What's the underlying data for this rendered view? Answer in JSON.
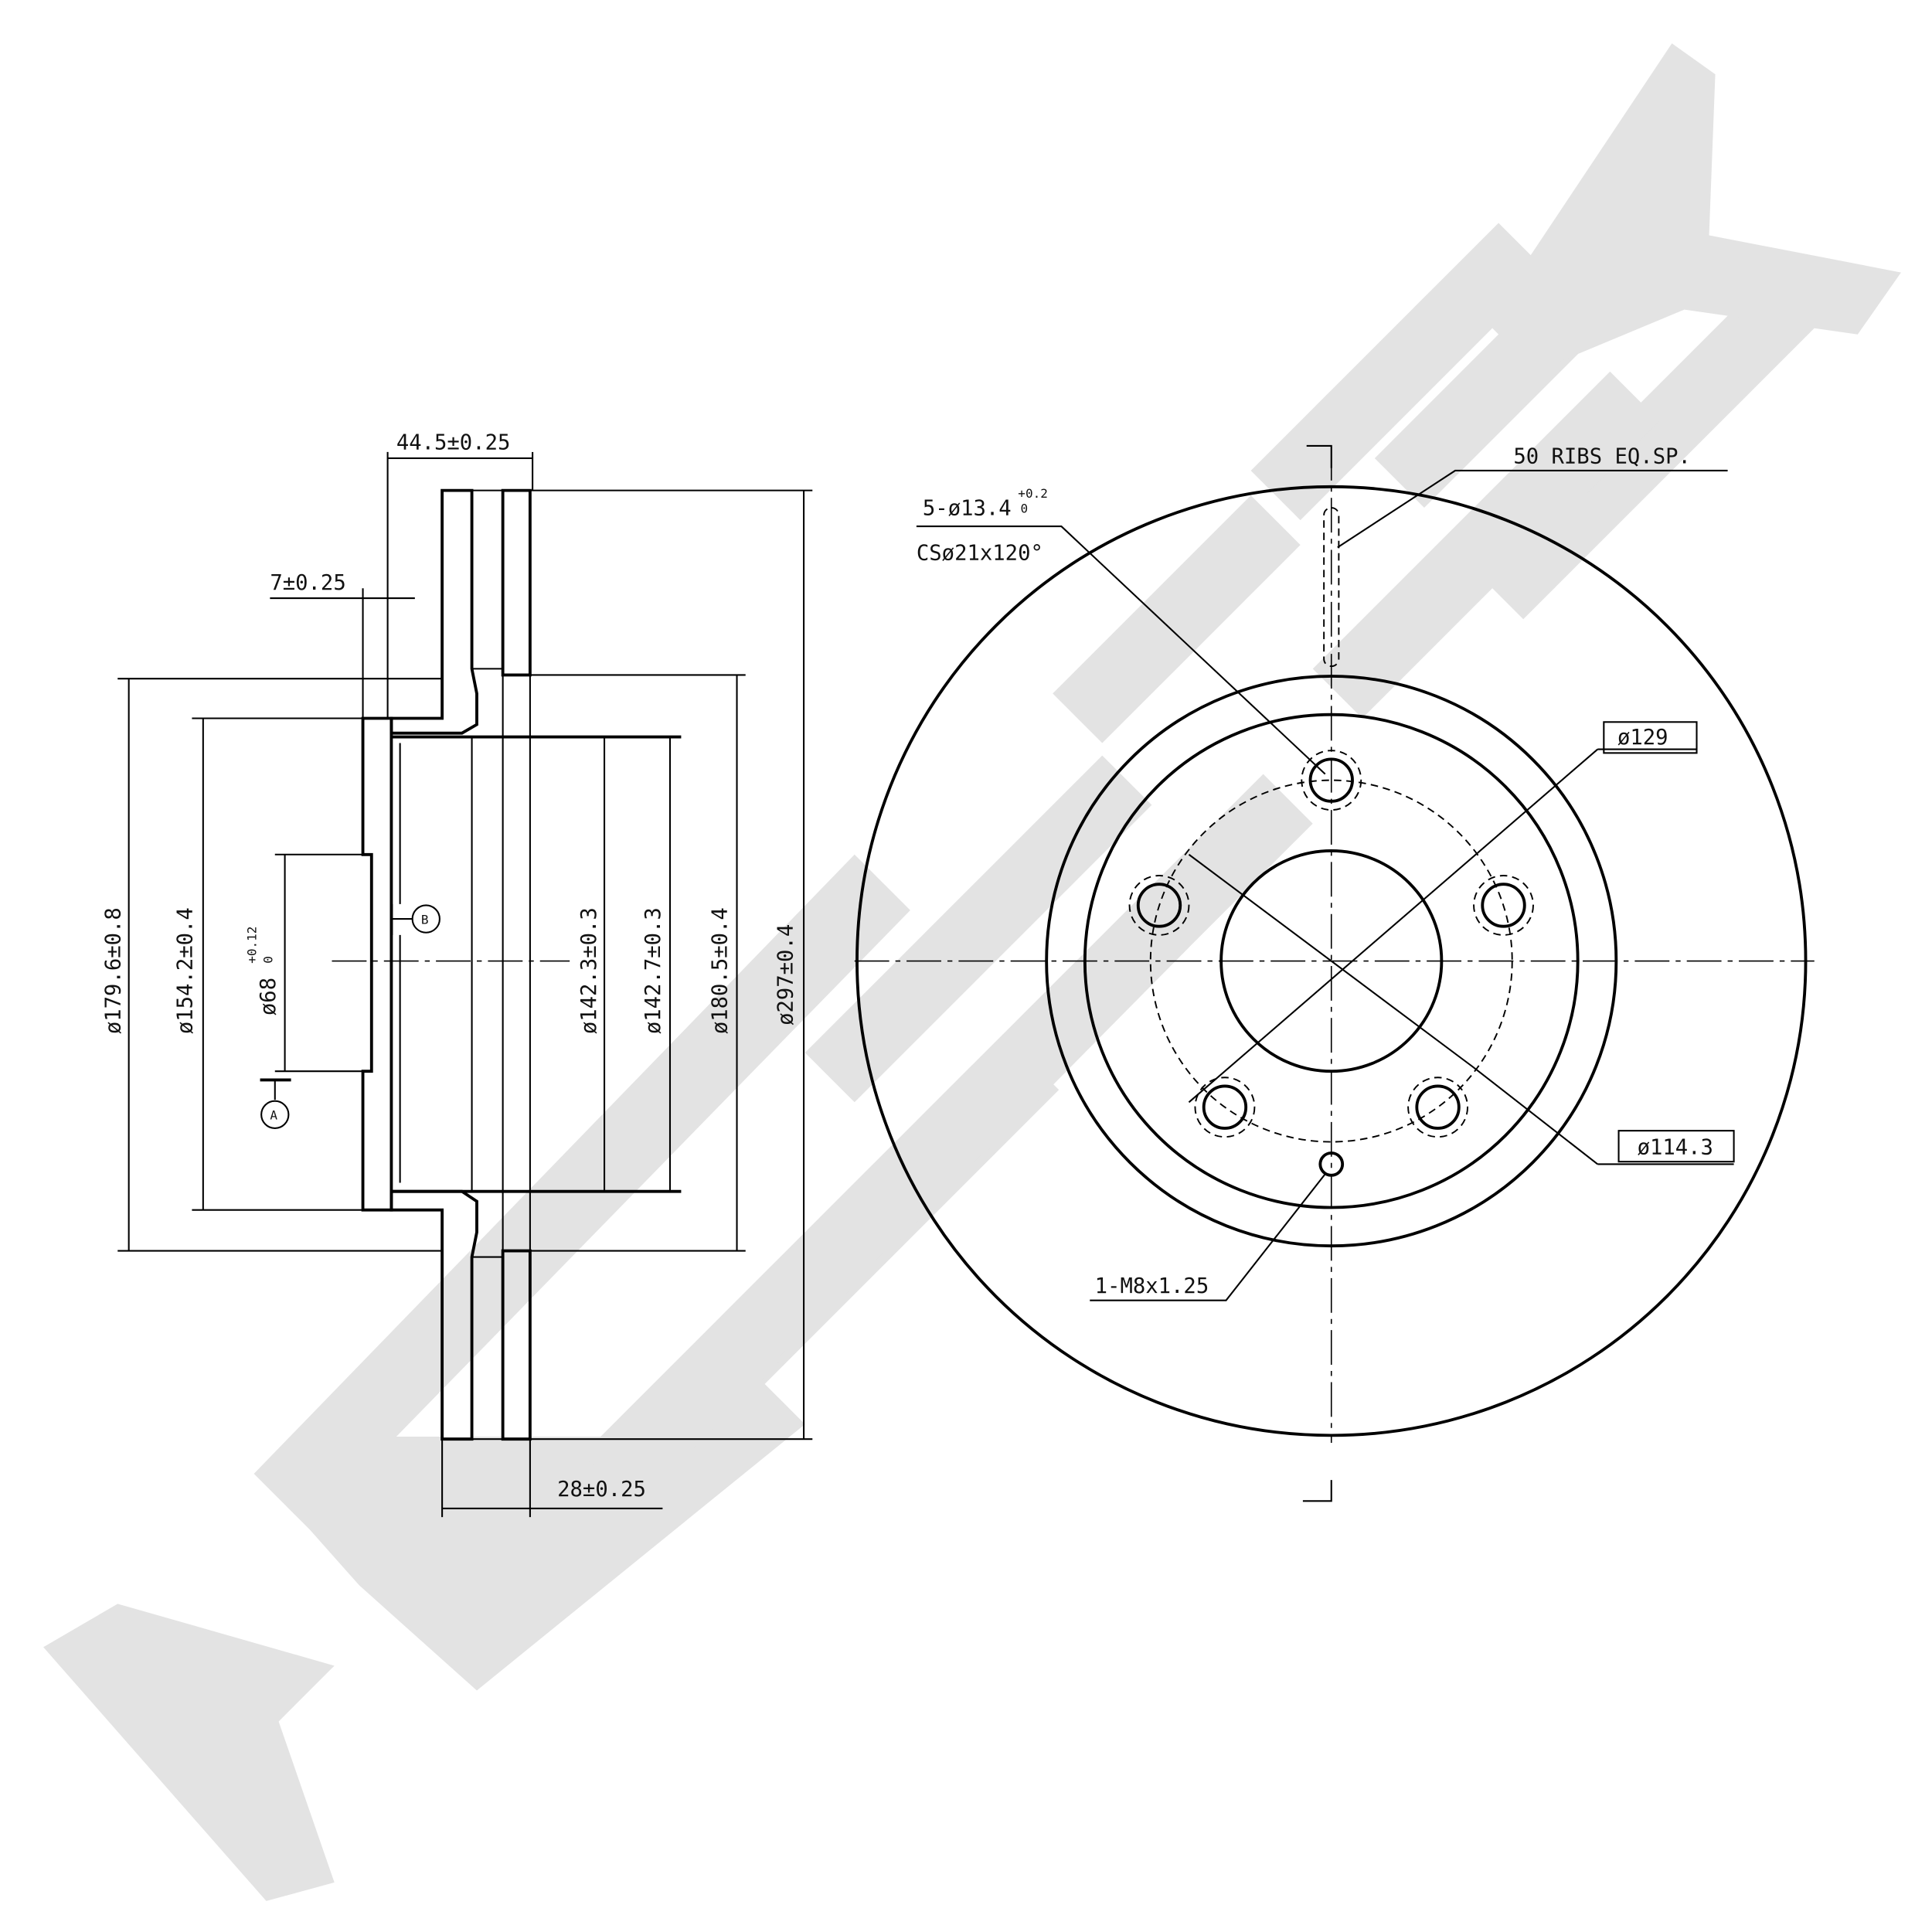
{
  "drawing": {
    "title": "Ventilated brake disc technical drawing",
    "side_view": {
      "overall_height": "44.5±0.25",
      "hat_offset": "7±0.25",
      "thickness": "28±0.25",
      "dia_179": "ø179.6±0.8",
      "dia_154": "ø154.2±0.4",
      "dia_68": "ø68",
      "dia_68_tol_upper": "+0.12",
      "dia_68_tol_lower": "0",
      "dia_142_3": "ø142.3±0.3",
      "dia_142_7": "ø142.7±0.3",
      "dia_180": "ø180.5±0.4",
      "dia_297": "ø297±0.4",
      "datum_a": "A",
      "datum_b": "B"
    },
    "front_view": {
      "ribs": "50 RIBS EQ.SP.",
      "bolt_holes": "5-ø13.4",
      "bolt_holes_tol_upper": "+0.2",
      "bolt_holes_tol_lower": "0",
      "countersink": "CSø21x120°",
      "dia_129": "ø129",
      "dia_114": "ø114.3",
      "thread": "1-M8x1.25"
    },
    "watermark_color": "#e3e3e3"
  }
}
